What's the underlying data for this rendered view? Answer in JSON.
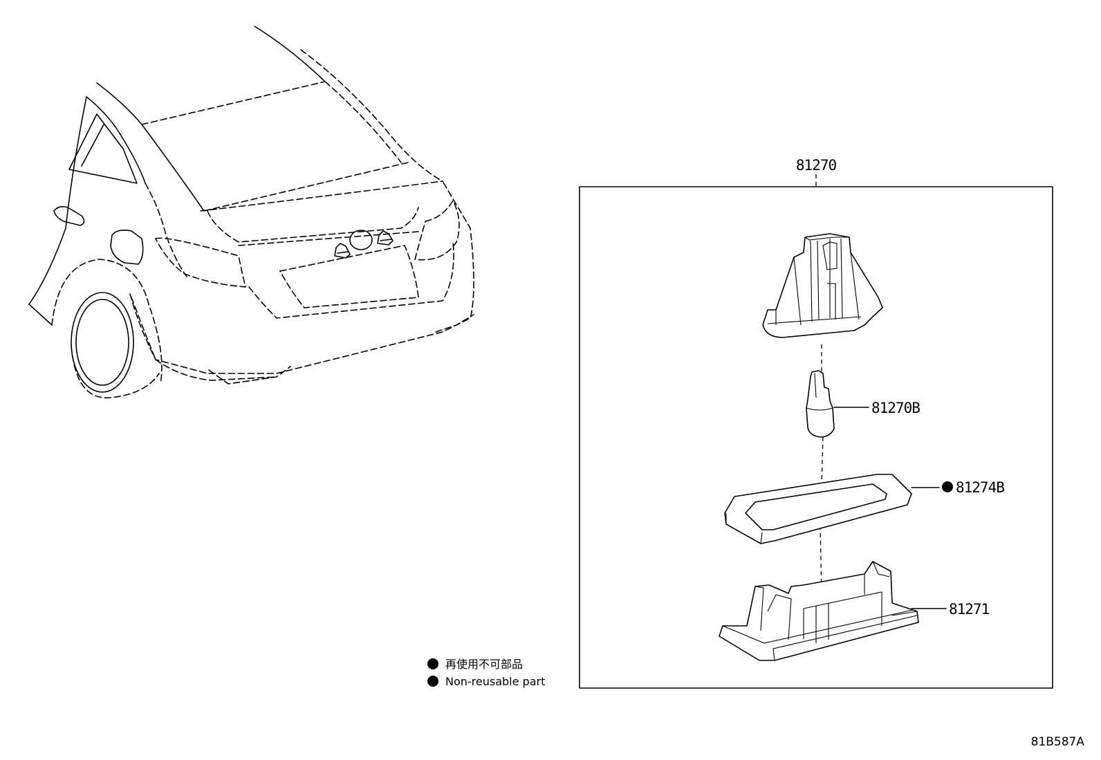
{
  "assembly": {
    "part_number": "81270"
  },
  "parts": [
    {
      "part_number": "81270B",
      "non_reusable": false
    },
    {
      "part_number": "81274B",
      "non_reusable": true
    },
    {
      "part_number": "81271",
      "non_reusable": false
    }
  ],
  "legend": {
    "line_1": "再使用不可部品",
    "line_2": "Non-reusable part"
  },
  "illustration_code": "81B587A"
}
